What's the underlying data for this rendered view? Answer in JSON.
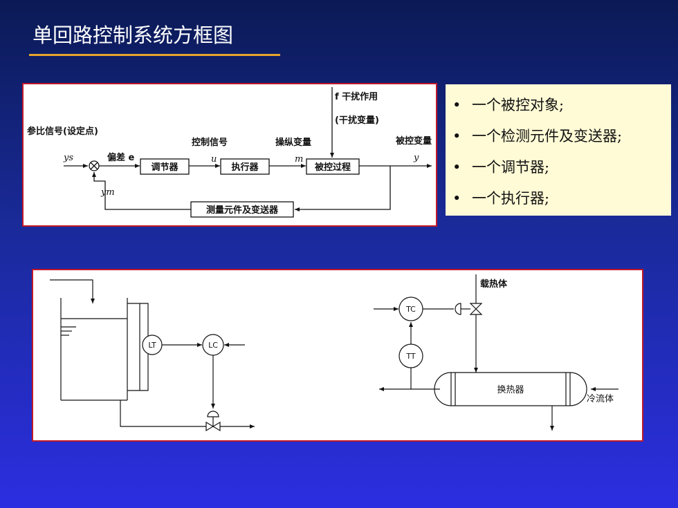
{
  "title": "单回路控制系统方框图",
  "block_diagram": {
    "disturbance": "f 干扰作用",
    "disturbance_sub": "(干扰变量)",
    "setpoint_label": "参比信号(设定点)",
    "control_signal_label": "控制信号",
    "manipulated_label": "操纵变量",
    "controlled_label": "被控变量",
    "deviation_label": "偏差 e",
    "ys": "ys",
    "u": "u",
    "m": "m",
    "y": "y",
    "ym": "ym",
    "controller": "调节器",
    "actuator": "执行器",
    "process": "被控过程",
    "sensor": "测量元件及变送器"
  },
  "bullets": [
    "一个被控对象;",
    "一个检测元件及变送器;",
    "一个调节器;",
    "一个执行器;"
  ],
  "bullet_symbol": "•",
  "pid": {
    "lt": "LT",
    "lc": "LC",
    "tc": "TC",
    "tt": "TT",
    "heating_medium": "载热体",
    "exchanger": "换热器",
    "cold_fluid": "冷流体"
  }
}
